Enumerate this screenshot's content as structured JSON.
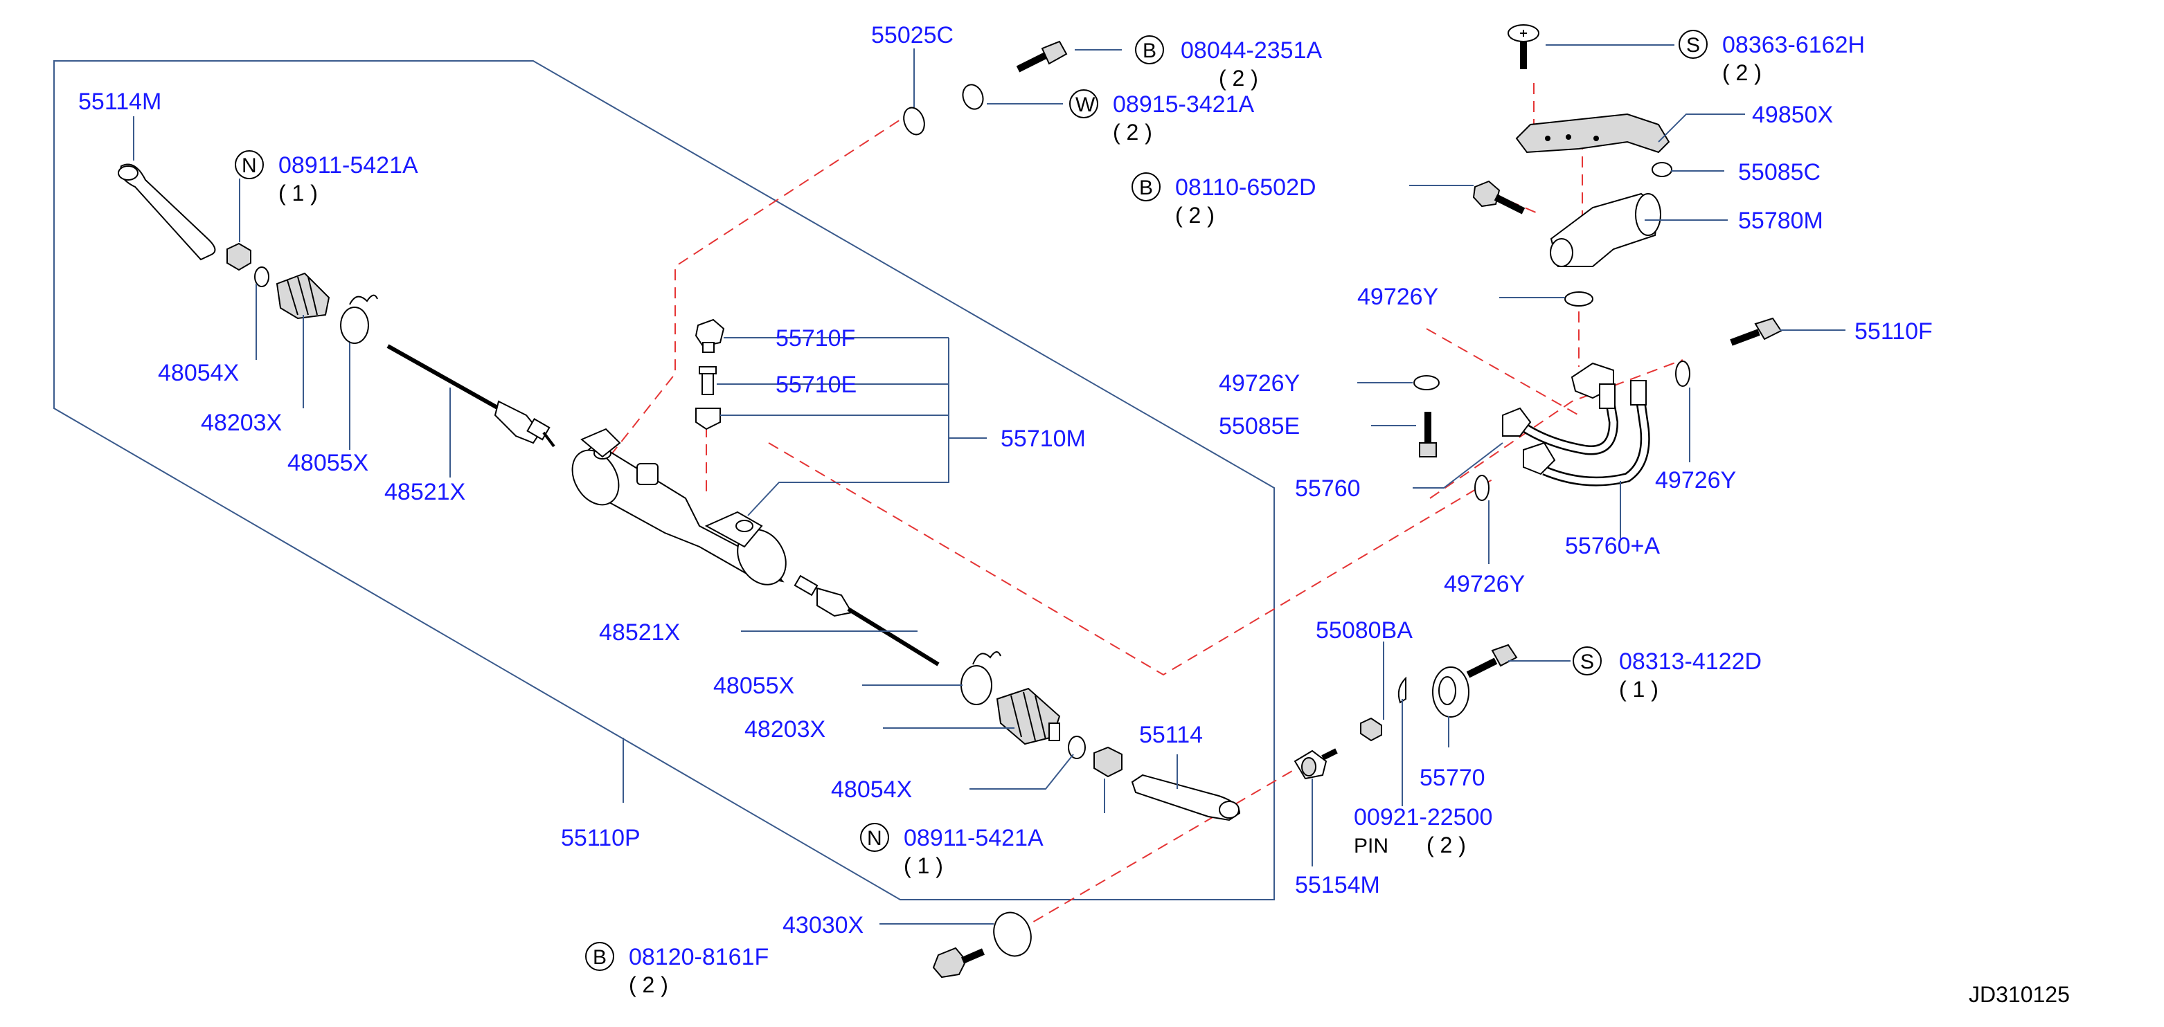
{
  "diagram_code": "JD310125",
  "labels": {
    "p55114M": "55114M",
    "p48054X_a": "48054X",
    "p48203X_a": "48203X",
    "p48055X_a": "48055X",
    "p48521X_a": "48521X",
    "p55025C": "55025C",
    "p55710F": "55710F",
    "p55710E": "55710E",
    "p55710M": "55710M",
    "p48521X_b": "48521X",
    "p48055X_b": "48055X",
    "p48203X_b": "48203X",
    "p48054X_b": "48054X",
    "p55114": "55114",
    "p55110P": "55110P",
    "p43030X": "43030X",
    "p49850X": "49850X",
    "p55085C": "55085C",
    "p55780M": "55780M",
    "p49726Y_a": "49726Y",
    "p49726Y_b": "49726Y",
    "p55085E": "55085E",
    "p55760": "55760",
    "p55110F": "55110F",
    "p49726Y_c": "49726Y",
    "p55760A": "55760+A",
    "p49726Y_d": "49726Y",
    "p55080BA": "55080BA",
    "p55770": "55770",
    "p55154M": "55154M",
    "p00921": "00921-22500",
    "pin_text": "PIN",
    "pin_qty": "( 2 )"
  },
  "fasteners": [
    {
      "id": "n1",
      "prefix": "N",
      "code": "08911-5421A",
      "qty": "( 1 )"
    },
    {
      "id": "b1",
      "prefix": "B",
      "code": "08044-2351A",
      "qty": "( 2 )"
    },
    {
      "id": "w1",
      "prefix": "W",
      "code": "08915-3421A",
      "qty": "( 2 )"
    },
    {
      "id": "b2",
      "prefix": "B",
      "code": "08110-6502D",
      "qty": "( 2 )"
    },
    {
      "id": "s1",
      "prefix": "S",
      "code": "08363-6162H",
      "qty": "( 2 )"
    },
    {
      "id": "s2",
      "prefix": "S",
      "code": "08313-4122D",
      "qty": "( 1 )"
    },
    {
      "id": "n2",
      "prefix": "N",
      "code": "08911-5421A",
      "qty": "( 1 )"
    },
    {
      "id": "b3",
      "prefix": "B",
      "code": "08120-8161F",
      "qty": "( 2 )"
    }
  ]
}
